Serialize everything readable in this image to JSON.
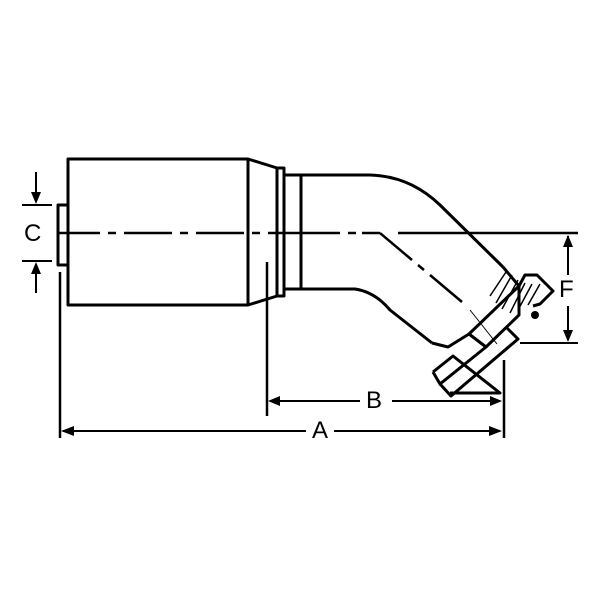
{
  "diagram": {
    "subject": "45-degree hose fitting with swivel nut",
    "dimension_labels": {
      "A": "A",
      "B": "B",
      "C": "C",
      "F": "F"
    },
    "colors": {
      "line": "#000000",
      "background": "#ffffff",
      "hatch": "#000000"
    }
  }
}
